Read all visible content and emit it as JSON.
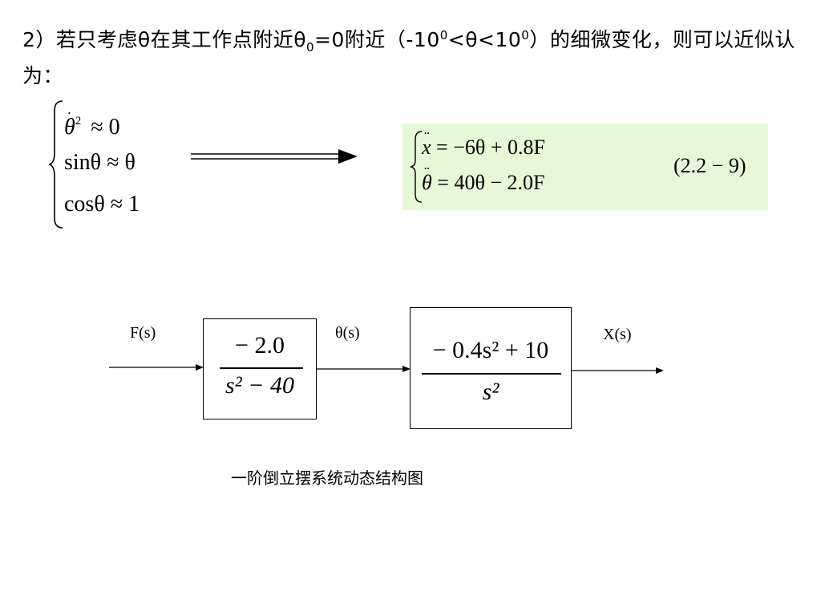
{
  "intro": {
    "prefix": "2）若只考虑θ在其工作点附近θ",
    "sub_zero": "0",
    "mid": "=0附近（-10",
    "sup1": "0",
    "mid2": "<θ<10",
    "sup2": "0",
    "suffix": "）的细微变化，则可以近似认为："
  },
  "approximations": {
    "row1_theta": "θ",
    "row1_dot": "˙",
    "row1_sup": "2",
    "row1_rhs": "≈ 0",
    "row2": "sinθ ≈ θ",
    "row3": "cosθ ≈ 1"
  },
  "result": {
    "eq1_lhs": "x",
    "eq1_acc": "¨",
    "eq1_rhs": "= −6θ + 0.8F",
    "eq2_lhs": "θ",
    "eq2_acc": "¨",
    "eq2_rhs": "= 40θ − 2.0F",
    "number": "(2.2 − 9)"
  },
  "diagram": {
    "input_label": "F(s)",
    "mid_label": "θ(s)",
    "output_label": "X(s)",
    "block1": {
      "numerator": "− 2.0",
      "denominator": "s² − 40"
    },
    "block2": {
      "numerator": "− 0.4s² + 10",
      "denominator": "s²"
    },
    "caption": "一阶倒立摆系统动态结构图"
  },
  "colors": {
    "highlight": "#e5f9d9"
  }
}
